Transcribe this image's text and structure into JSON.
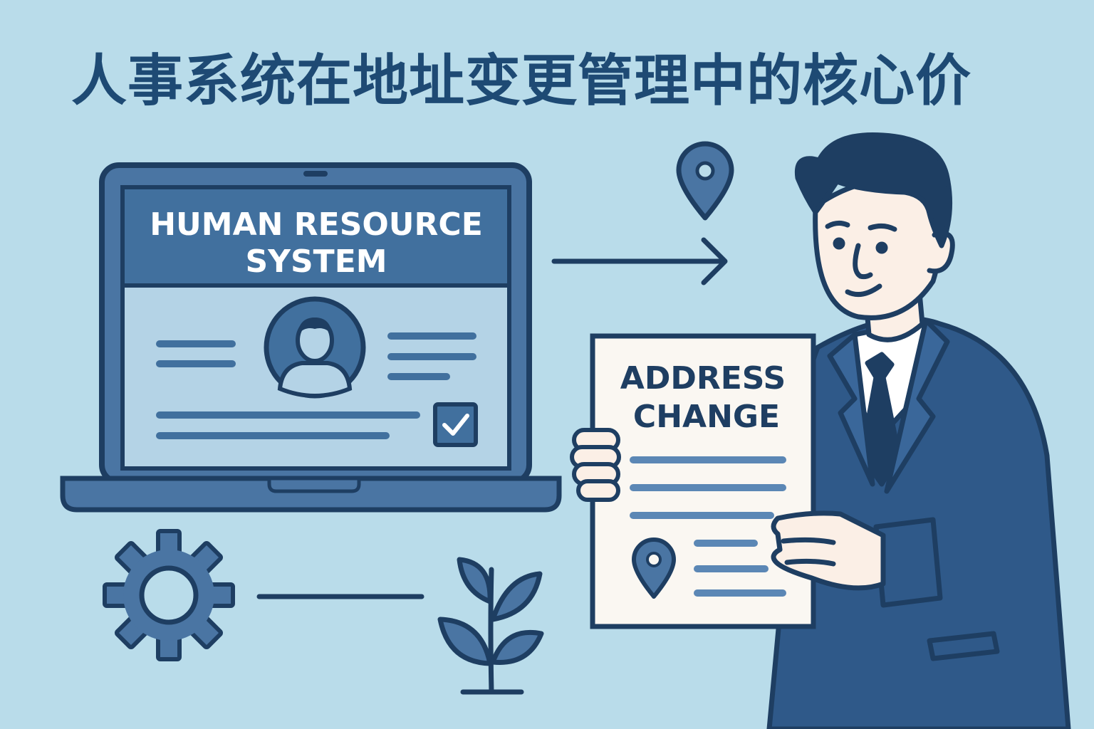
{
  "headline": "人事系统在地址变更管理中的核心价",
  "laptop": {
    "screen_title_line1": "HUMAN RESOURCE",
    "screen_title_line2": "SYSTEM"
  },
  "document": {
    "title_line1": "ADDRESS",
    "title_line2": "CHANGE"
  },
  "icons": [
    "laptop-icon",
    "user-avatar-icon",
    "checkbox-checked-icon",
    "arrow-right-icon",
    "location-pin-icon",
    "gear-icon",
    "plant-sprout-icon",
    "businessman-illustration",
    "address-document-icon"
  ],
  "colors": {
    "background": "#b9dcea",
    "navy": "#1e3e62",
    "blue": "#4a75a3",
    "light_blue": "#a9cde4",
    "paper": "#faf7f2",
    "skin": "#fbefe6"
  }
}
